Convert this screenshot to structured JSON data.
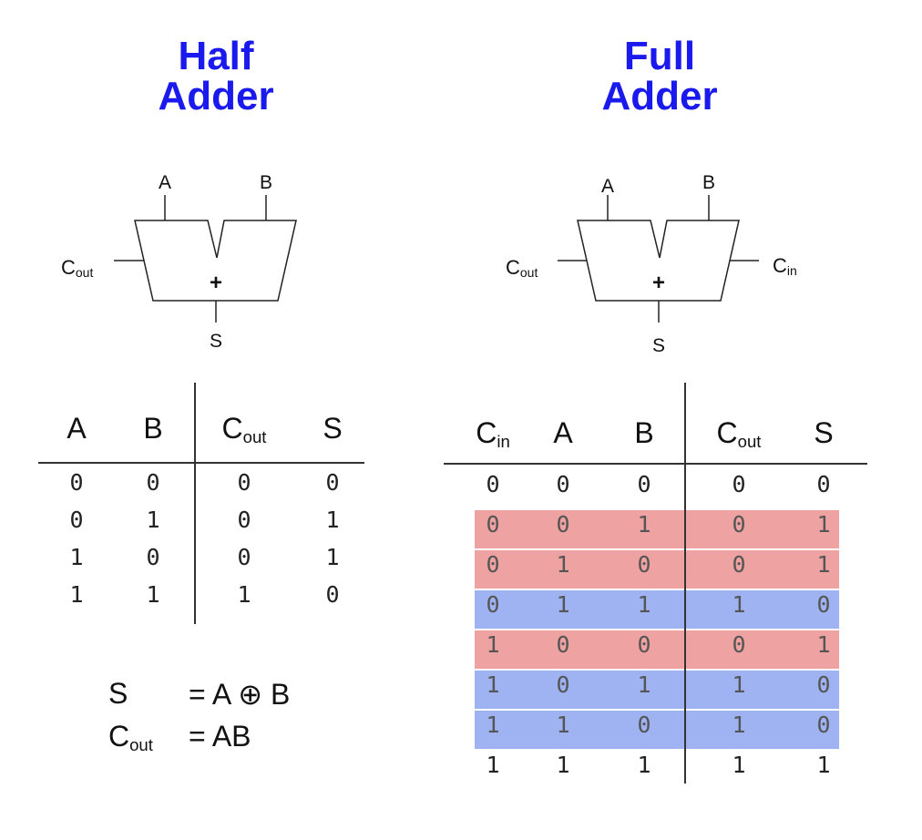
{
  "half_adder": {
    "title_line1": "Half",
    "title_line2": "Adder",
    "inputs": {
      "a": "A",
      "b": "B"
    },
    "carry_out": {
      "main": "C",
      "sub": "out"
    },
    "sum_symbol": "+",
    "output": "S",
    "table": {
      "headers": [
        "A",
        "B",
        "C",
        "S"
      ],
      "header_subs": [
        "",
        "",
        "out",
        ""
      ],
      "rows": [
        [
          "0",
          "0",
          "0",
          "0"
        ],
        [
          "0",
          "1",
          "0",
          "1"
        ],
        [
          "1",
          "0",
          "0",
          "1"
        ],
        [
          "1",
          "1",
          "1",
          "0"
        ]
      ]
    },
    "equations": {
      "s_left": "S",
      "s_right": "= A ⊕ B",
      "c_left_main": "C",
      "c_left_sub": "out",
      "c_right": "= AB"
    }
  },
  "full_adder": {
    "title_line1": "Full",
    "title_line2": "Adder",
    "inputs": {
      "a": "A",
      "b": "B"
    },
    "carry_out": {
      "main": "C",
      "sub": "out"
    },
    "carry_in": {
      "main": "C",
      "sub": "in"
    },
    "sum_symbol": "+",
    "output": "S",
    "table": {
      "headers": [
        "C",
        "A",
        "B",
        "C",
        "S"
      ],
      "header_subs": [
        "in",
        "",
        "",
        "out",
        ""
      ],
      "rows": [
        [
          "0",
          "0",
          "0",
          "0",
          "0"
        ],
        [
          "0",
          "0",
          "1",
          "0",
          "1"
        ],
        [
          "0",
          "1",
          "0",
          "0",
          "1"
        ],
        [
          "0",
          "1",
          "1",
          "1",
          "0"
        ],
        [
          "1",
          "0",
          "0",
          "0",
          "1"
        ],
        [
          "1",
          "0",
          "1",
          "1",
          "0"
        ],
        [
          "1",
          "1",
          "0",
          "1",
          "0"
        ],
        [
          "1",
          "1",
          "1",
          "1",
          "1"
        ]
      ],
      "row_highlight": [
        "none",
        "red",
        "red",
        "blue",
        "red",
        "blue",
        "blue",
        "none"
      ]
    }
  },
  "colors": {
    "title": "#1a1aee",
    "highlight_red": "#eea2a2",
    "highlight_blue": "#9fb3f2",
    "line": "#333333"
  }
}
